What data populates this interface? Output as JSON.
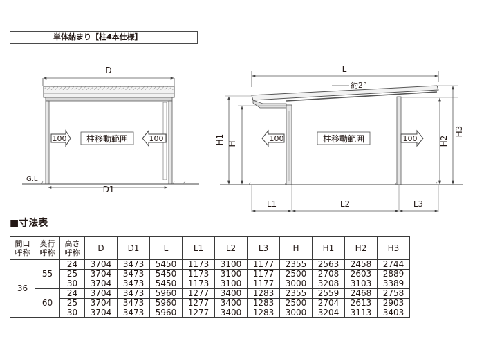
{
  "header": {
    "title": "単体納まり【柱4本仕様】"
  },
  "front_view": {
    "label_d": "D",
    "label_d1": "D1",
    "label_gl": "G.L",
    "label_range": "柱移動範囲",
    "label_left_100": "100",
    "label_right_100": "100"
  },
  "side_view": {
    "label_l": "L",
    "label_slope": "約2°",
    "label_h": "H",
    "label_h1": "H1",
    "label_h2": "H2",
    "label_h3": "H3",
    "label_l1": "L1",
    "label_l2": "L2",
    "label_l3": "L3",
    "label_range": "柱移動範囲",
    "label_left_100": "100",
    "label_right_100": "100"
  },
  "table": {
    "title": "■寸法表",
    "headers": [
      [
        "間口",
        "呼称"
      ],
      [
        "奥行",
        "呼称"
      ],
      [
        "高さ",
        "呼称"
      ],
      [
        "D"
      ],
      [
        "D1"
      ],
      [
        "L"
      ],
      [
        "L1"
      ],
      [
        "L2"
      ],
      [
        "L3"
      ],
      [
        "H"
      ],
      [
        "H1"
      ],
      [
        "H2"
      ],
      [
        "H3"
      ]
    ],
    "groups": [
      {
        "width": "36",
        "depths": [
          {
            "depth": "55",
            "rows": [
              [
                "24",
                "3704",
                "3473",
                "5450",
                "1173",
                "3100",
                "1177",
                "2355",
                "2563",
                "2458",
                "2744"
              ],
              [
                "25",
                "3704",
                "3473",
                "5450",
                "1173",
                "3100",
                "1177",
                "2500",
                "2708",
                "2603",
                "2889"
              ],
              [
                "30",
                "3704",
                "3473",
                "5450",
                "1173",
                "3100",
                "1177",
                "3000",
                "3208",
                "3103",
                "3389"
              ]
            ]
          },
          {
            "depth": "60",
            "rows": [
              [
                "24",
                "3704",
                "3473",
                "5960",
                "1277",
                "3400",
                "1283",
                "2355",
                "2559",
                "2468",
                "2758"
              ],
              [
                "25",
                "3704",
                "3473",
                "5960",
                "1277",
                "3400",
                "1283",
                "2500",
                "2704",
                "2613",
                "2903"
              ],
              [
                "30",
                "3704",
                "3473",
                "5960",
                "1277",
                "3400",
                "1283",
                "3000",
                "3204",
                "3113",
                "3403"
              ]
            ]
          }
        ]
      }
    ]
  }
}
